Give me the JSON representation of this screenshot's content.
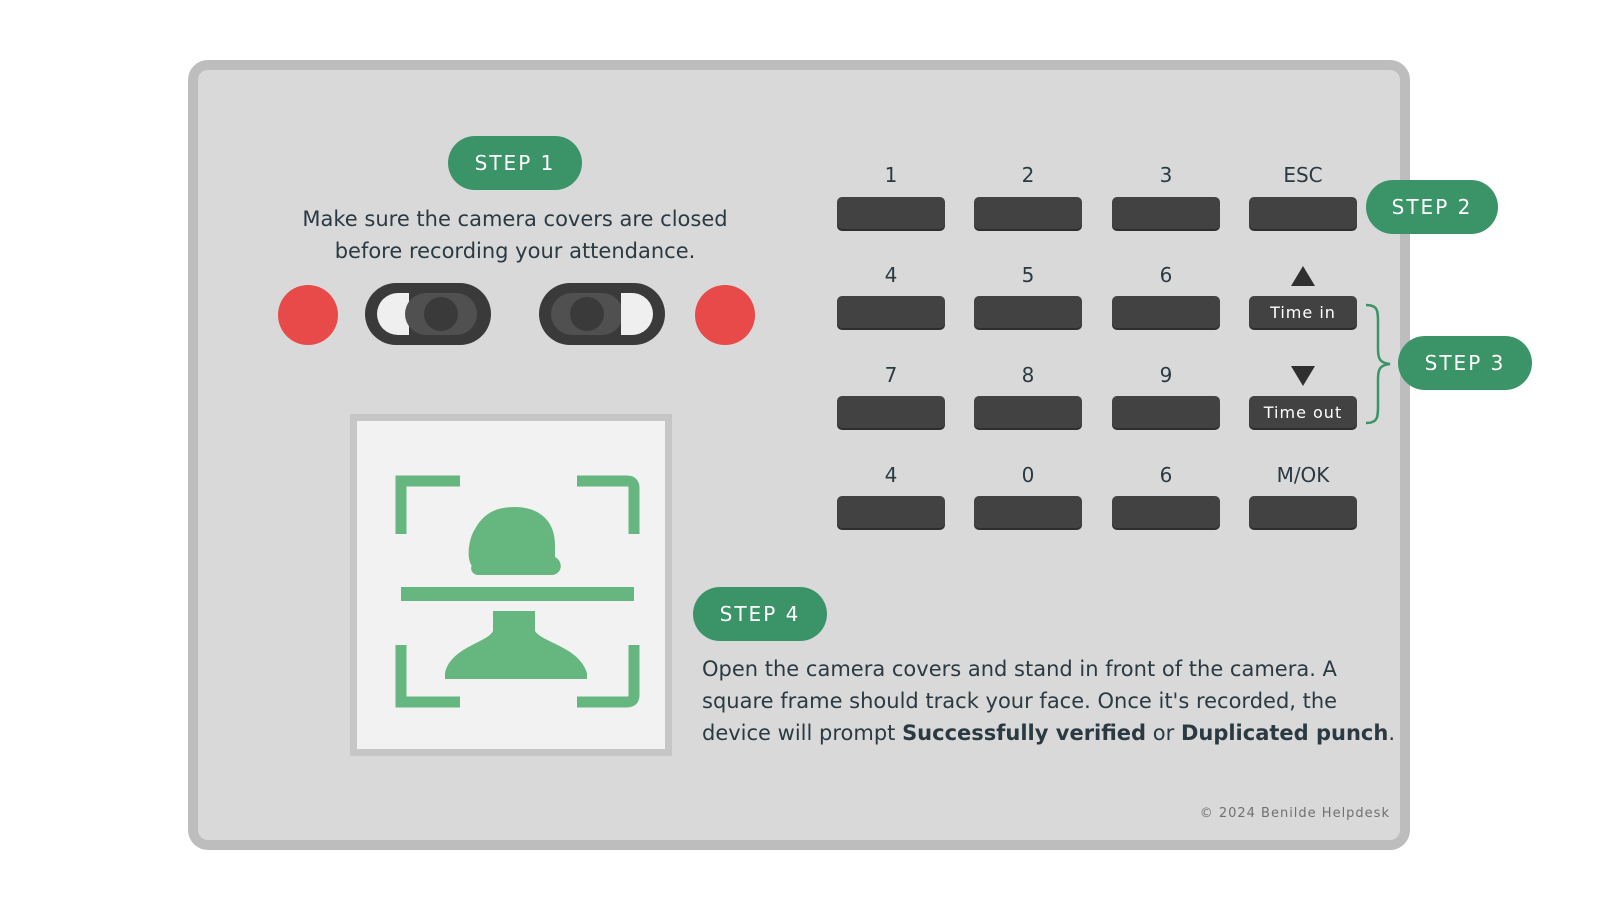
{
  "step1": {
    "badge": "STEP 1",
    "line1": "Make sure the camera covers are closed",
    "line2": "before recording your attendance."
  },
  "step2": {
    "badge": "STEP 2"
  },
  "step3": {
    "badge": "STEP 3"
  },
  "step4": {
    "badge": "STEP 4",
    "text_before": "Open the camera covers and stand in front of the camera. A square frame should track your face. Once it's recorded, the device will prompt ",
    "bold1": "Successfully verified",
    "text_mid": " or ",
    "bold2": "Duplicated punch",
    "text_after": "."
  },
  "keypad": {
    "rows": [
      [
        {
          "label": "1",
          "key": ""
        },
        {
          "label": "2",
          "key": ""
        },
        {
          "label": "3",
          "key": ""
        },
        {
          "label": "ESC",
          "key": ""
        }
      ],
      [
        {
          "label": "4",
          "key": ""
        },
        {
          "label": "5",
          "key": ""
        },
        {
          "label": "6",
          "key": ""
        },
        {
          "label": "",
          "key": "Time in"
        }
      ],
      [
        {
          "label": "7",
          "key": ""
        },
        {
          "label": "8",
          "key": ""
        },
        {
          "label": "9",
          "key": ""
        },
        {
          "label": "",
          "key": "Time out"
        }
      ],
      [
        {
          "label": "4",
          "key": ""
        },
        {
          "label": "0",
          "key": ""
        },
        {
          "label": "6",
          "key": ""
        },
        {
          "label": "M/OK",
          "key": ""
        }
      ]
    ]
  },
  "copyright": "© 2024 Benilde Helpdesk",
  "colors": {
    "accent_green": "#3b9468",
    "icon_green": "#66b77f",
    "alert_red": "#e84a4a",
    "key_dark": "#424242",
    "panel_bg": "#d9d9d9"
  }
}
